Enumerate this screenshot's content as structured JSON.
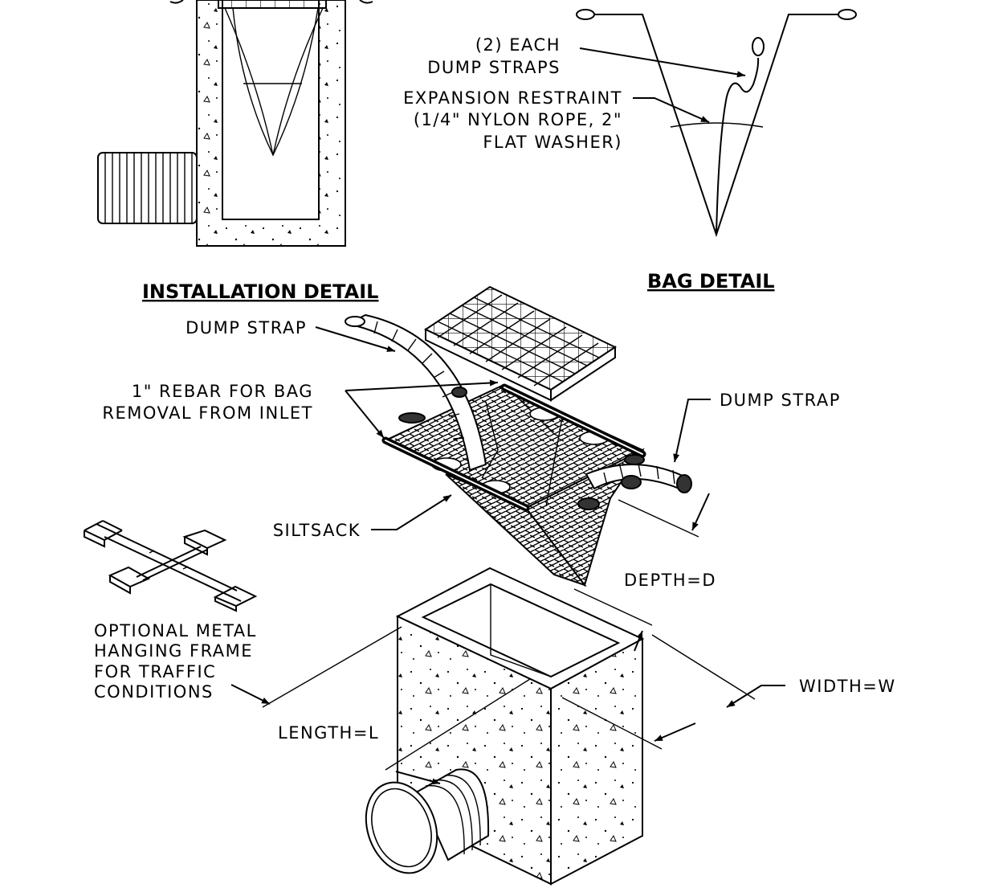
{
  "titles": {
    "installation": "INSTALLATION DETAIL",
    "bag": "BAG DETAIL"
  },
  "bag_detail": {
    "dump_straps_line1": "(2) EACH",
    "dump_straps_line2": "DUMP STRAPS",
    "restraint_line1": "EXPANSION RESTRAINT",
    "restraint_line2": "(1/4\" NYLON ROPE, 2\"",
    "restraint_line3": "FLAT WASHER)"
  },
  "installation_detail": {
    "dump_strap_left": "DUMP STRAP",
    "rebar_line1": "1\" REBAR FOR BAG",
    "rebar_line2": "REMOVAL FROM INLET",
    "dump_strap_right": "DUMP STRAP",
    "siltsack": "SILTSACK",
    "depth": "DEPTH=D",
    "width": "WIDTH=W",
    "length": "LENGTH=L",
    "frame_line1": "OPTIONAL METAL",
    "frame_line2": "HANGING FRAME",
    "frame_line3": "FOR TRAFFIC",
    "frame_line4": "CONDITIONS"
  }
}
